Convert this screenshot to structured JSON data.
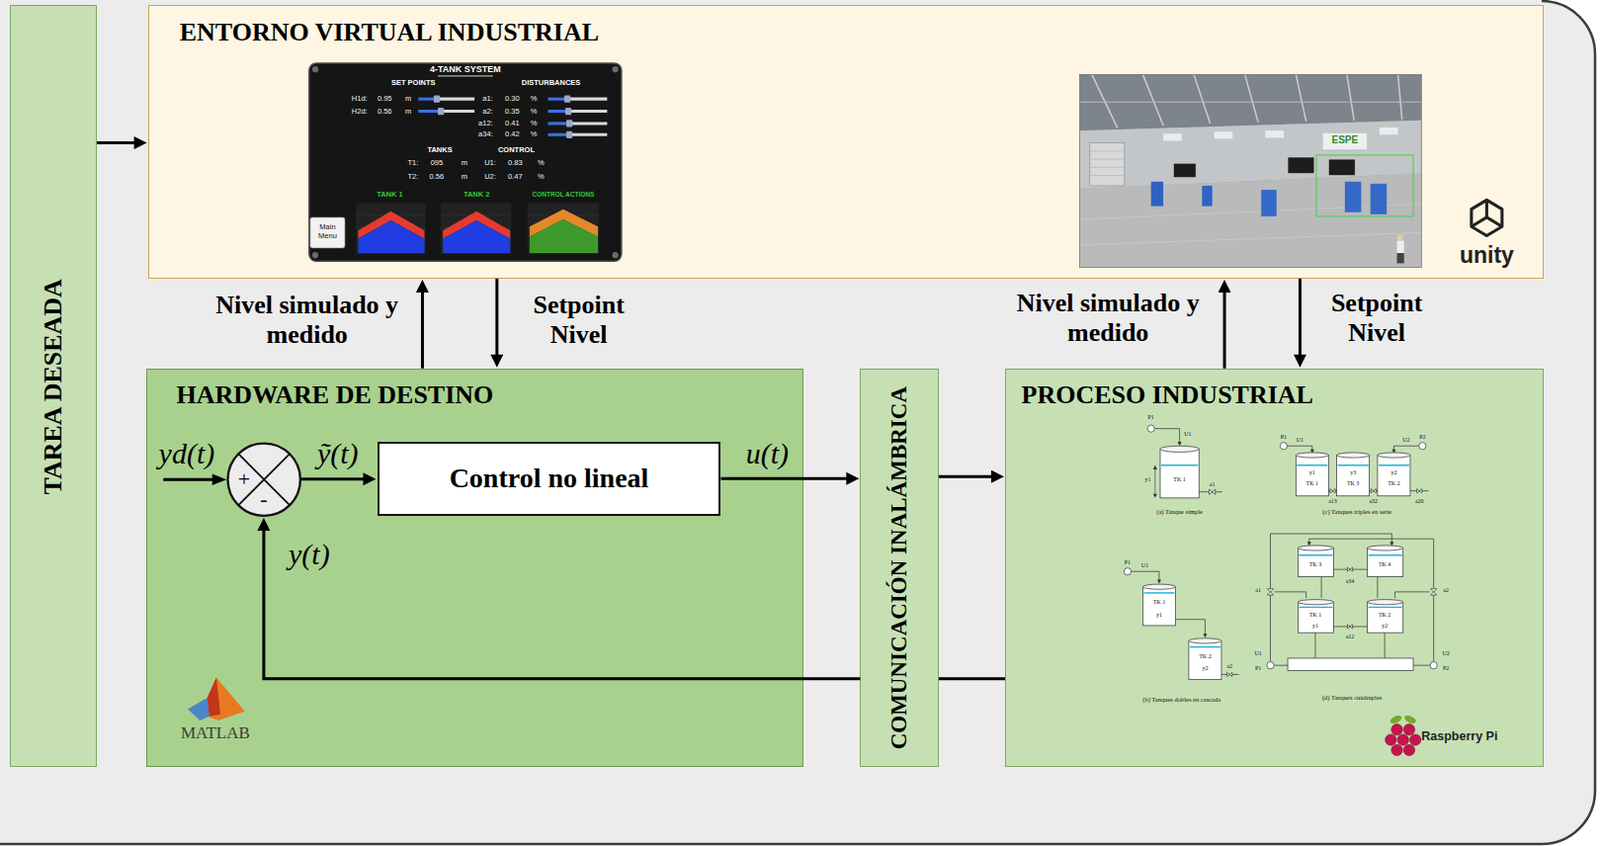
{
  "diagram": {
    "nodes": [
      {
        "text": [
          "TAREA DESEADA"
        ]
      },
      {
        "text": [
          "ENTORNO VIRTUAL INDUSTRIAL"
        ]
      },
      {
        "text": [
          "HARDWARE DE DESTINO"
        ]
      },
      {
        "text": [
          "+",
          "-"
        ],
        "in": 2
      },
      {
        "text": [
          "Control no lineal"
        ],
        "in": 2
      },
      {
        "text": [
          "COMUNICACIÓN INALÁMBRICA"
        ]
      },
      {
        "text": [
          "PROCESO INDUSTRIAL"
        ]
      }
    ],
    "edges": [
      {
        "from": 0,
        "to": 1,
        "arrow": "to"
      },
      {
        "from": 2,
        "to": 1,
        "label": "Nivel simulado y medido",
        "arrow": "to"
      },
      {
        "from": 1,
        "to": 2,
        "label": "Setpoint Nivel",
        "arrow": "to"
      },
      {
        "from": 6,
        "to": 1,
        "label": "Nivel simulado y medido",
        "arrow": "to"
      },
      {
        "from": 1,
        "to": 6,
        "label": "Setpoint Nivel",
        "arrow": "to"
      },
      {
        "from": 4,
        "to": 5,
        "label": "u(t)",
        "arrow": "to"
      },
      {
        "from": 5,
        "to": 6,
        "arrow": "to"
      },
      {
        "from": 6,
        "to": 5,
        "arrow": "none"
      },
      {
        "from": 5,
        "to": 3,
        "label": "y(t)",
        "arrow": "to"
      },
      {
        "from": 3,
        "to": 4,
        "label": "ỹ(t)",
        "arrow": "to"
      }
    ],
    "labels": [
      "yd(t)",
      "MATLAB",
      "unity",
      "Raspberry Pi",
      "ESPE",
      "4-TANK SYSTEM",
      "SET POINTS",
      "DISTURBANCES",
      "H1d:",
      "0.95",
      "m",
      "H2d:",
      "0.56",
      "m",
      "a1:",
      "0.30",
      "%",
      "a2:",
      "0.35",
      "%",
      "a12:",
      "0.41",
      "%",
      "a34:",
      "0.42",
      "%",
      "TANKS",
      "CONTROL",
      "T1:",
      "095",
      "m",
      "U1:",
      "0.83",
      "%",
      "T2:",
      "0.56",
      "m",
      "U2:",
      "0.47",
      "%",
      "TANK 1",
      "TANK 2",
      "CONTROL ACTIONS",
      "Main Menu",
      "P1",
      "U1",
      "TK 1",
      "y1",
      "a1",
      "(a) Tanque simple",
      "P1",
      "U1",
      "P2",
      "U2",
      "TK 1",
      "TK 3",
      "TK 2",
      "y1",
      "y3",
      "y2",
      "a13",
      "a32",
      "a20",
      "(c) Tanques triples en serie",
      "P1",
      "U1",
      "TK 1",
      "y1",
      "TK 2",
      "y2",
      "a2",
      "(b) Tanques dobles en cascada",
      "TK 3",
      "TK 4",
      "a34",
      "a1",
      "a2",
      "TK 1",
      "TK 2",
      "y1",
      "y2",
      "a12",
      "U1",
      "P1",
      "U2",
      "P2",
      "(d) Tanques cuádruples"
    ]
  }
}
